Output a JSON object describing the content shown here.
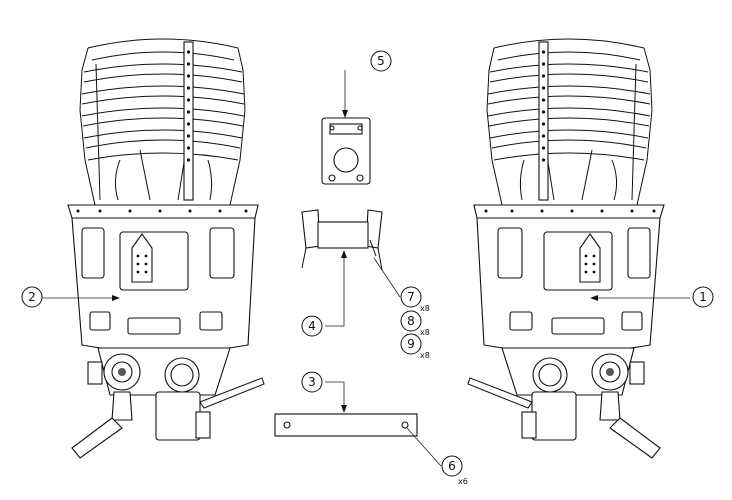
{
  "callouts": [
    {
      "id": "1",
      "label": "1",
      "multiplier": ""
    },
    {
      "id": "2",
      "label": "2",
      "multiplier": ""
    },
    {
      "id": "3",
      "label": "3",
      "multiplier": ""
    },
    {
      "id": "4",
      "label": "4",
      "multiplier": ""
    },
    {
      "id": "5",
      "label": "5",
      "multiplier": ""
    },
    {
      "id": "6",
      "label": "6",
      "multiplier": "x6"
    },
    {
      "id": "7",
      "label": "7",
      "multiplier": "x8"
    },
    {
      "id": "8",
      "label": "8",
      "multiplier": "x8"
    },
    {
      "id": "9",
      "label": "9",
      "multiplier": "x8"
    }
  ],
  "colors": {
    "line": "#111111",
    "background": "#ffffff",
    "shade": "#555555"
  }
}
